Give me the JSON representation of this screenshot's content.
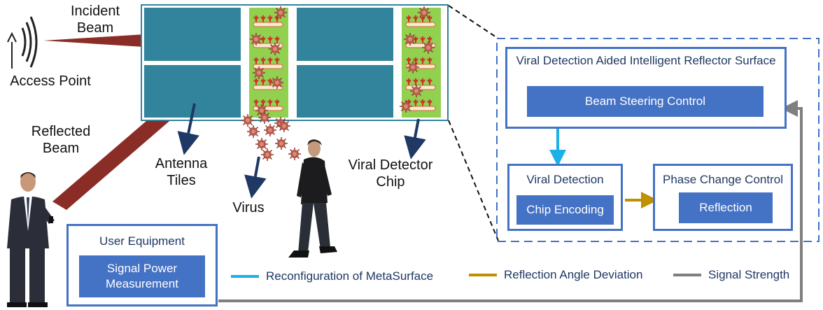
{
  "labels": {
    "incident_beam": [
      "Incident",
      "Beam"
    ],
    "access_point": "Access Point",
    "reflected_beam": [
      "Reflected",
      "Beam"
    ],
    "antenna_tiles": [
      "Antenna",
      "Tiles"
    ],
    "virus": "Virus",
    "viral_detector_chip": [
      "Viral Detector",
      "Chip"
    ]
  },
  "irs_box": {
    "title": "Viral Detection Aided Intelligent Reflector Surface",
    "beam_steering": "Beam Steering Control"
  },
  "viral_detection_box": {
    "title": "Viral Detection",
    "chip_encoding": "Chip Encoding"
  },
  "phase_change_box": {
    "title": "Phase Change Control",
    "reflection": "Reflection"
  },
  "user_equipment_box": {
    "title": "User Equipment",
    "signal_power": "Signal Power Measurement"
  },
  "legend": [
    {
      "label": "Reconfiguration of MetaSurface",
      "color": "#1ab0e8"
    },
    {
      "label": "Reflection Angle Deviation",
      "color": "#bf9000"
    },
    {
      "label": "Signal Strength",
      "color": "#7f7f7f"
    }
  ],
  "colors": {
    "tile": "#31849b",
    "chip": "#92d050",
    "beam": "#8b2d27",
    "box_border": "#4472c4",
    "arrow_dark": "#1f3864"
  }
}
